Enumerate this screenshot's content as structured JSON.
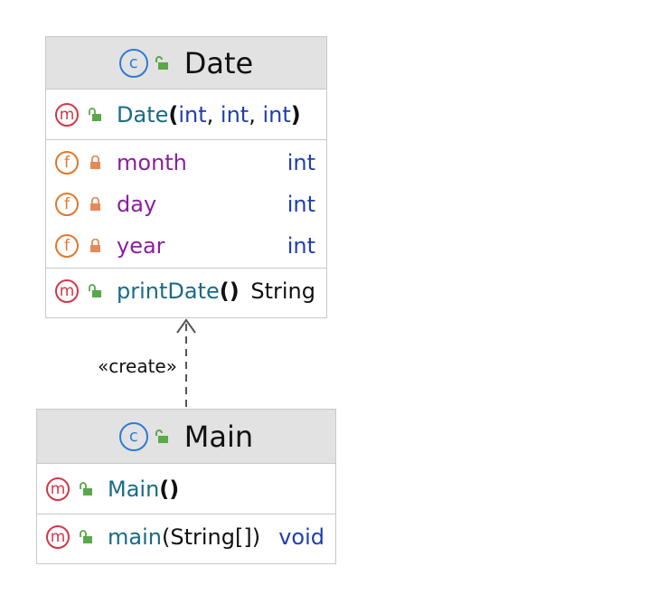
{
  "date_class": {
    "name": "Date",
    "constructor": {
      "name": "Date",
      "open": "(",
      "params": [
        "int",
        "int",
        "int"
      ],
      "close": ")"
    },
    "fields": [
      {
        "name": "month",
        "type": "int"
      },
      {
        "name": "day",
        "type": "int"
      },
      {
        "name": "year",
        "type": "int"
      }
    ],
    "method": {
      "name": "printDate",
      "parens": "()",
      "return_type": "String"
    }
  },
  "dependency": {
    "label": "«create»"
  },
  "main_class": {
    "name": "Main",
    "constructor": {
      "name": "Main",
      "parens": "()"
    },
    "method": {
      "name": "main",
      "open": "(",
      "param": "String[]",
      "close": ")",
      "return_type": "void"
    }
  },
  "icons": {
    "class": "class-icon",
    "method": "method-icon",
    "field": "field-icon",
    "public": "public-unlock-icon",
    "private": "private-lock-icon"
  },
  "colors": {
    "header_bg": "#e2e2e2",
    "border": "#c8c8c8",
    "method_badge": "#d0384a",
    "field_badge": "#e0782a",
    "class_badge": "#2f7ad8",
    "public_green": "#5aa84a",
    "private_orange": "#e48a5a",
    "method_name": "#1a6b86",
    "field_name": "#8a1f9e",
    "type_blue": "#1f3fb0"
  }
}
